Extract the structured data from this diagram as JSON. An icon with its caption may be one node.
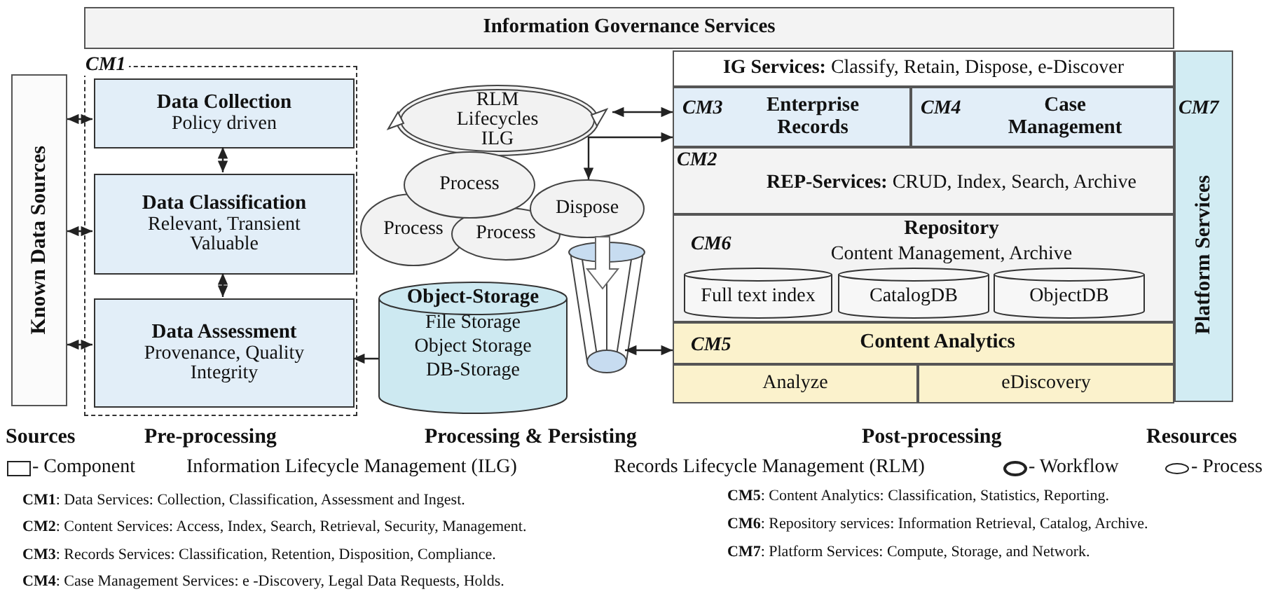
{
  "diagram": {
    "nodes": [
      {
        "text": [
          "Information Governance Services"
        ]
      },
      {
        "text": [
          "Known Data Sources"
        ]
      },
      {
        "text": [
          "CM1"
        ]
      },
      {
        "text": [
          "Data Collection",
          "Policy driven"
        ],
        "in": 2
      },
      {
        "text": [
          "Data Classification",
          "Relevant, Transient Valuable"
        ],
        "in": 2
      },
      {
        "text": [
          "Data Assessment",
          "Provenance, Quality Integrity"
        ],
        "in": 2
      },
      {
        "text": [
          "RLM Lifecycles ILG"
        ]
      },
      {
        "text": [
          "Process"
        ]
      },
      {
        "text": [
          "Process"
        ]
      },
      {
        "text": [
          "Process"
        ]
      },
      {
        "text": [
          "Dispose"
        ]
      },
      {
        "text": [],
        "shape": "funnel"
      },
      {
        "text": [
          "Object-Storage",
          "File Storage",
          "Object Storage",
          "DB-Storage"
        ]
      },
      {
        "text": [
          "**IG Services:** Classify, Retain, Dispose, e-Discover"
        ]
      },
      {
        "text": [
          "CM3",
          "Enterprise Records"
        ]
      },
      {
        "text": [
          "CM4",
          "Case Management"
        ]
      },
      {
        "text": [
          "CM2",
          "**REP-Services:** CRUD, Index, Search, Archive"
        ]
      },
      {
        "text": [
          "CM6",
          "Repository",
          "Content Management, Archive"
        ]
      },
      {
        "text": [
          "Full text index"
        ],
        "in": 17
      },
      {
        "text": [
          "CatalogDB"
        ],
        "in": 17
      },
      {
        "text": [
          "ObjectDB"
        ],
        "in": 17
      },
      {
        "text": [
          "CM5",
          "Content Analytics"
        ]
      },
      {
        "text": [
          "Analyze"
        ]
      },
      {
        "text": [
          "eDiscovery"
        ]
      },
      {
        "text": [
          "CM7",
          "Platform Services"
        ]
      }
    ],
    "edges": [
      {
        "from": 1,
        "to": 3,
        "arrow": "both"
      },
      {
        "from": 1,
        "to": 4,
        "arrow": "both"
      },
      {
        "from": 1,
        "to": 5,
        "arrow": "both"
      },
      {
        "from": 3,
        "to": 4,
        "arrow": "both"
      },
      {
        "from": 4,
        "to": 5,
        "arrow": "both"
      },
      {
        "from": 12,
        "to": 5,
        "arrow": "to"
      },
      {
        "from": 14,
        "to": 6,
        "arrow": "both"
      },
      {
        "from": 6,
        "to": 14,
        "arrow": "to"
      },
      {
        "from": 6,
        "to": 10,
        "arrow": "to"
      },
      {
        "from": 10,
        "to": 11,
        "arrow": "to",
        "style": "thick"
      },
      {
        "from": 11,
        "to": 21,
        "arrow": "both"
      }
    ],
    "labels": [
      "Sources",
      "Pre-processing",
      "Processing & Persisting",
      "Post-processing",
      "Resources",
      "Information Lifecycle Management (ILG)",
      "Records Lifecycle Management (RLM)",
      "**CM1**: Data Services: Collection, Classification, Assessment and Ingest.",
      "**CM2**: Content Services: Access, Index, Search, Retrieval, Security, Management.",
      "**CM3**: Records Services: Classification, Retention, Disposition, Compliance.",
      "**CM4**: Case Management Services: e -Discovery, Legal Data Requests, Holds.",
      "**CM5**: Content Analytics: Classification, Statistics, Reporting.",
      "**CM6**: Repository services: Information Retrieval, Catalog, Archive.",
      "**CM7**: Platform Services: Compute, Storage, and Network."
    ],
    "legend": [
      {
        "text": "- Component"
      },
      {
        "text": "- Workflow"
      },
      {
        "text": "- Process"
      }
    ]
  }
}
